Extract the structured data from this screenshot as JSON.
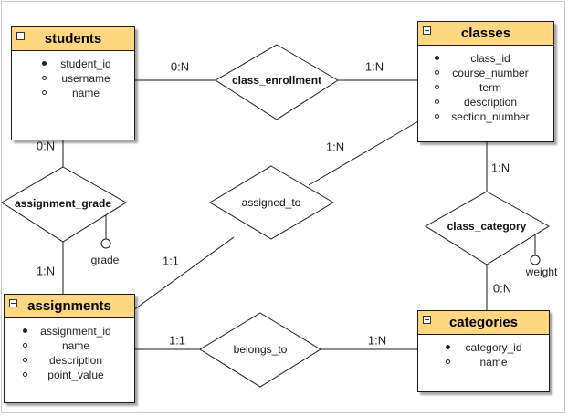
{
  "colors": {
    "entity_header": "#ffd780",
    "stroke": "#1a1a1a"
  },
  "entities": {
    "students": {
      "title": "students",
      "attributes": [
        {
          "label": "student_id",
          "bullet": "filled"
        },
        {
          "label": "username",
          "bullet": "hollow"
        },
        {
          "label": "name",
          "bullet": "hollow"
        }
      ]
    },
    "classes": {
      "title": "classes",
      "attributes": [
        {
          "label": "class_id",
          "bullet": "filled"
        },
        {
          "label": "course_number",
          "bullet": "hollow"
        },
        {
          "label": "term",
          "bullet": "hollow"
        },
        {
          "label": "description",
          "bullet": "hollow"
        },
        {
          "label": "section_number",
          "bullet": "hollow"
        }
      ]
    },
    "assignments": {
      "title": "assignments",
      "attributes": [
        {
          "label": "assignment_id",
          "bullet": "filled"
        },
        {
          "label": "name",
          "bullet": "hollow"
        },
        {
          "label": "description",
          "bullet": "hollow"
        },
        {
          "label": "point_value",
          "bullet": "hollow"
        }
      ]
    },
    "categories": {
      "title": "categories",
      "attributes": [
        {
          "label": "category_id",
          "bullet": "filled"
        },
        {
          "label": "name",
          "bullet": "hollow"
        }
      ]
    }
  },
  "relationships": {
    "class_enrollment": {
      "label": "class_enrollment",
      "bold": true
    },
    "assignment_grade": {
      "label": "assignment_grade",
      "bold": true
    },
    "assigned_to": {
      "label": "assigned_to",
      "bold": false
    },
    "class_category": {
      "label": "class_category",
      "bold": true
    },
    "belongs_to": {
      "label": "belongs_to",
      "bold": false
    }
  },
  "relationship_attributes": {
    "grade": "grade",
    "weight": "weight"
  },
  "cardinalities": {
    "students_enrollment": "0:N",
    "classes_enrollment": "1:N",
    "students_grade": "0:N",
    "assignments_grade": "1:N",
    "classes_assigned": "1:N",
    "assignments_assigned": "1:1",
    "classes_category": "1:N",
    "categories_category": "0:N",
    "assignments_belongs": "1:1",
    "categories_belongs": "1:N"
  }
}
